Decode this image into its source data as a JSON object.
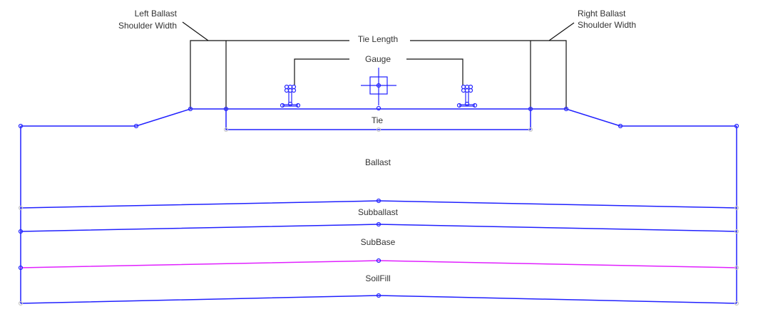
{
  "labels": {
    "left_shoulder_1": "Left Ballast",
    "left_shoulder_2": "Shoulder Width",
    "right_shoulder_1": "Right Ballast",
    "right_shoulder_2": "Shoulder Width",
    "tie_length": "Tie Length",
    "gauge": "Gauge",
    "tie": "Tie",
    "ballast": "Ballast",
    "subballast": "Subballast",
    "subbase": "SubBase",
    "soilfill": "SoilFill"
  },
  "colors": {
    "layer_line": "#2020ff",
    "selected_line": "#e020ff",
    "dimension": "#111111"
  }
}
